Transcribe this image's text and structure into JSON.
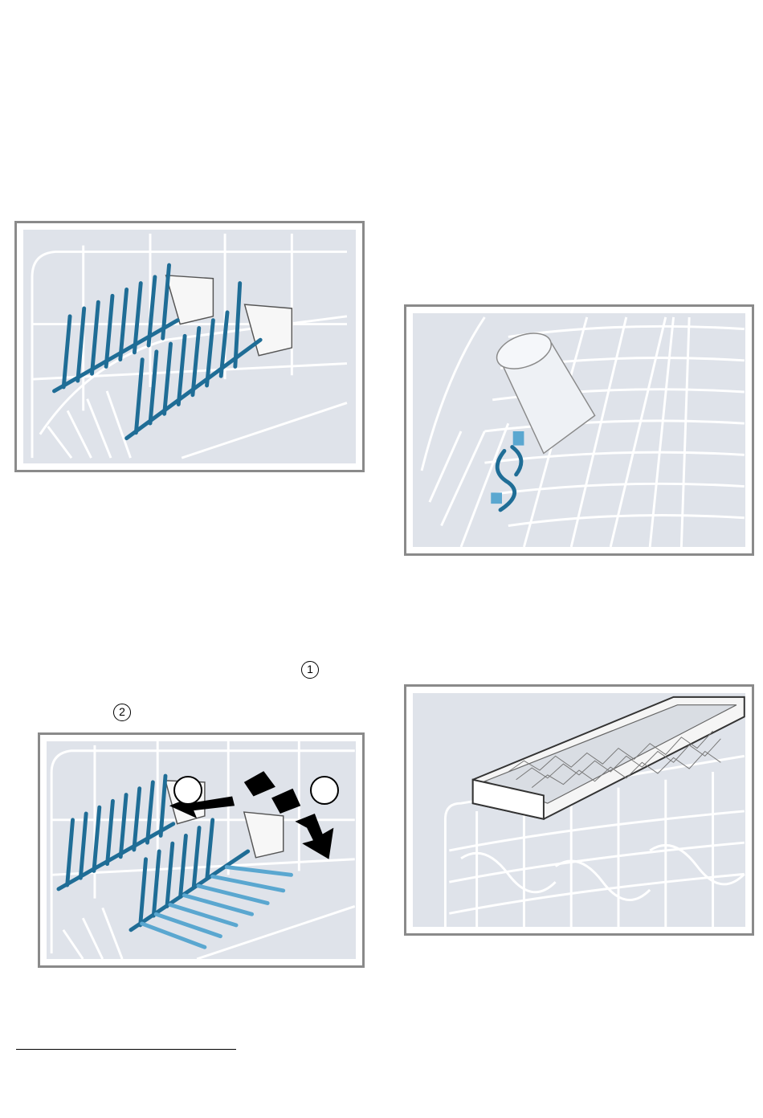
{
  "callouts": {
    "step1": "1",
    "step2": "2"
  },
  "icons": {
    "fig1": "foldable-tines-rack-illustration",
    "fig2": "glass-holder-clip-illustration",
    "fig3": "folding-tines-steps-illustration",
    "fig4": "cutlery-drawer-illustration"
  },
  "colors": {
    "tine_blue": "#1f6d96",
    "tine_blue_light": "#5aa7d0",
    "rack_gray": "#ffffff",
    "bg": "#dfe3ea",
    "frame": "#8a8a8a"
  }
}
